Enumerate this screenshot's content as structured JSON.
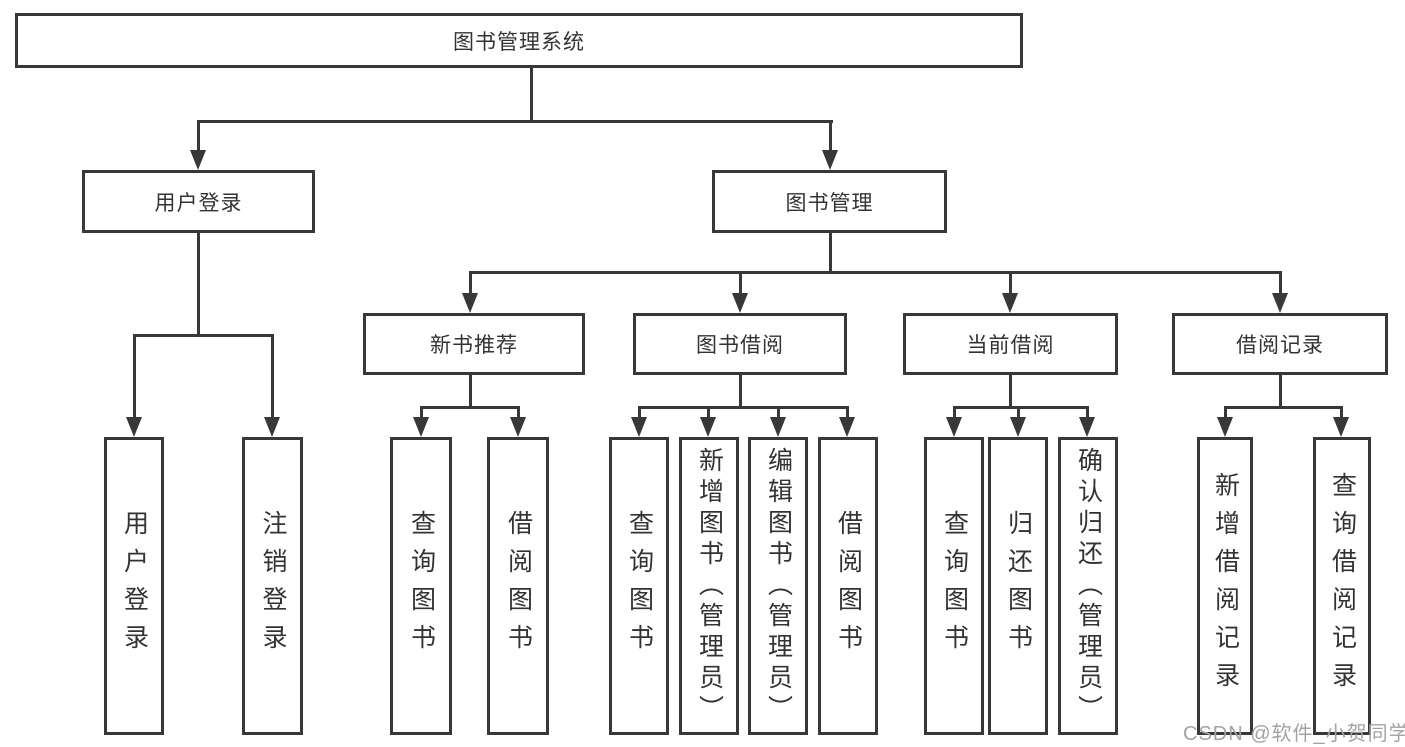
{
  "tree": {
    "root": "图书管理系统",
    "children": [
      {
        "label": "用户登录",
        "children": [
          "用户登录",
          "注销登录"
        ]
      },
      {
        "label": "图书管理",
        "children": [
          {
            "label": "新书推荐",
            "children": [
              "查询图书",
              "借阅图书"
            ]
          },
          {
            "label": "图书借阅",
            "children": [
              "查询图书",
              "新增图书（管理员）",
              "编辑图书（管理员）",
              "借阅图书"
            ]
          },
          {
            "label": "当前借阅",
            "children": [
              "查询图书",
              "归还图书",
              "确认归还（管理员）"
            ]
          },
          {
            "label": "借阅记录",
            "children": [
              "新增借阅记录",
              "查询借阅记录"
            ]
          }
        ]
      }
    ]
  },
  "watermark": {
    "text": "CSDN @软件_小贺同学"
  },
  "colors": {
    "line": "#383838",
    "text": "#333333",
    "box_fill": "#ffffff",
    "watermark": "#a3a3a3"
  }
}
